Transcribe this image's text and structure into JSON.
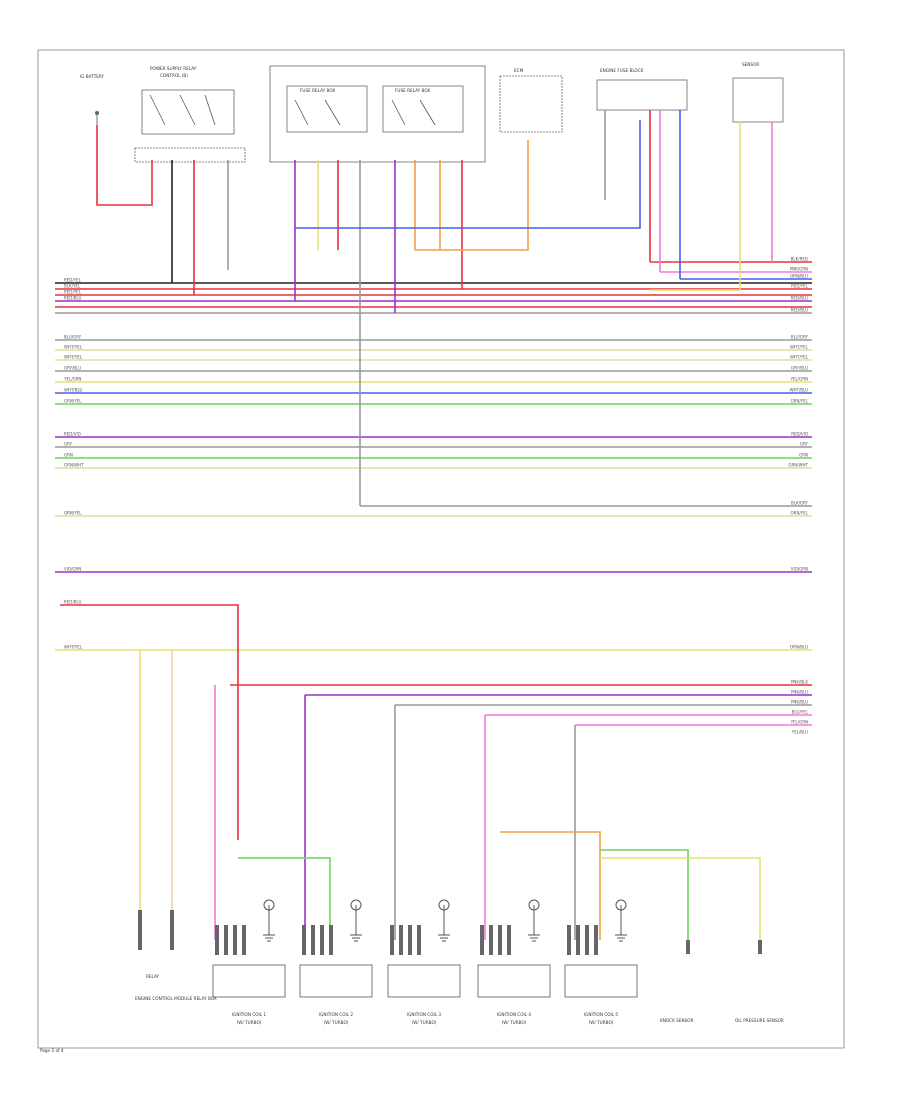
{
  "top_components": {
    "ig_battery": "IG BATTERY",
    "power_supply_relay": "POWER SUPPLY RELAY",
    "power_supply_relay_sub": "CONTROL (B)",
    "fuse_relay_1": "FUSE RELAY BOX",
    "fuse_relay_2": "FUSE RELAY BOX",
    "ecm_top": "ECM",
    "engine_fuse_block": "ENGINE FUSE BLOCK",
    "sensor": "SENSOR"
  },
  "bottom_components": {
    "relay_box_label": "RELAY",
    "relay_box_text": "ENGINE CONTROL MODULE RELAY BOX",
    "injectors": [
      {
        "label": "IGNITION COIL 1",
        "sub": "(W/ TURBO)"
      },
      {
        "label": "IGNITION COIL 2",
        "sub": "(W/ TURBO)"
      },
      {
        "label": "IGNITION COIL 3",
        "sub": "(W/ TURBO)"
      },
      {
        "label": "IGNITION COIL 4",
        "sub": "(W/ TURBO)"
      },
      {
        "label": "IGNITION COIL 5",
        "sub": "(W/ TURBO)"
      }
    ],
    "sensor_a": "KNOCK SENSOR",
    "sensor_b": "OIL PRESSURE SENSOR"
  },
  "left_labels": [
    "RED/YEL",
    "BLK/YEL",
    "RED/YEL",
    "RED/BLU",
    "BLU/GRY",
    "WHT/YEL",
    "WHT/YEL",
    "GRY/BLU",
    "YEL/GRN",
    "WHT/BLU",
    "GRN/YEL",
    "RED/VIO",
    "GRY",
    "GRN",
    "GRN/WHT",
    "ORN/YEL",
    "VIO/GRN",
    "RED/BLU",
    "WHT/YEL"
  ],
  "right_labels": [
    "BLK/RED",
    "PNK/GRN",
    "ORN/BLU",
    "RED/YEL",
    "RED/BLU",
    "RED/BLU",
    "BLU/GRY",
    "WHT/YEL",
    "WHT/YEL",
    "GRY/BLU",
    "YEL/GRN",
    "WHT/BLU",
    "GRN/YEL",
    "RED/VIO",
    "GRY",
    "GRN",
    "GRN/WHT",
    "BLK/GRY",
    "ORN/YEL",
    "VIO/GRN",
    "ORN/BLU",
    "PNK/BLK",
    "PNK/BLU",
    "PNK/BLU",
    "BLU/YEL",
    "YEL/GRN",
    "YEL/BLU"
  ],
  "page_ref": "Page 2 of 4",
  "colors": {
    "red": "#e8323c",
    "black": "#222222",
    "violet": "#9b30c8",
    "blue": "#4a5cf0",
    "yellow": "#e8e070",
    "green": "#6fd35f",
    "orange": "#f0a040",
    "pink": "#f07ad8",
    "gray": "#9a9a9a",
    "tan": "#e7d9a0"
  }
}
